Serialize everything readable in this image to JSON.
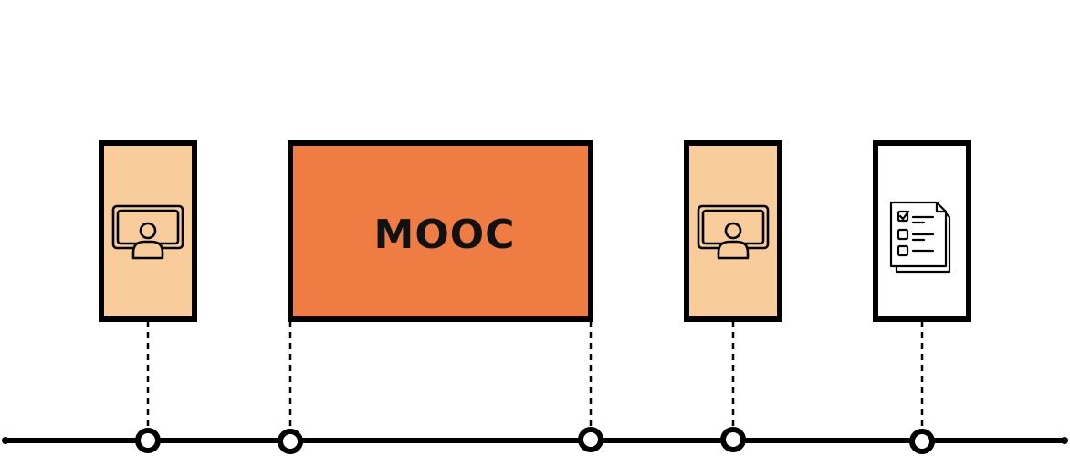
{
  "diagram": {
    "mooc_label": "MOOC",
    "colors": {
      "line": "#000000",
      "light_block": "#f9cc9c",
      "mooc_block": "#ef7d43",
      "paper_block": "#ffffff",
      "node_fill": "#ffffff"
    },
    "blocks": [
      {
        "kind": "live-session",
        "icon": "teacher-screen-icon"
      },
      {
        "kind": "mooc",
        "text_key": "mooc_label"
      },
      {
        "kind": "live-session",
        "icon": "teacher-screen-icon"
      },
      {
        "kind": "assessment",
        "icon": "checklist-icon"
      }
    ]
  }
}
